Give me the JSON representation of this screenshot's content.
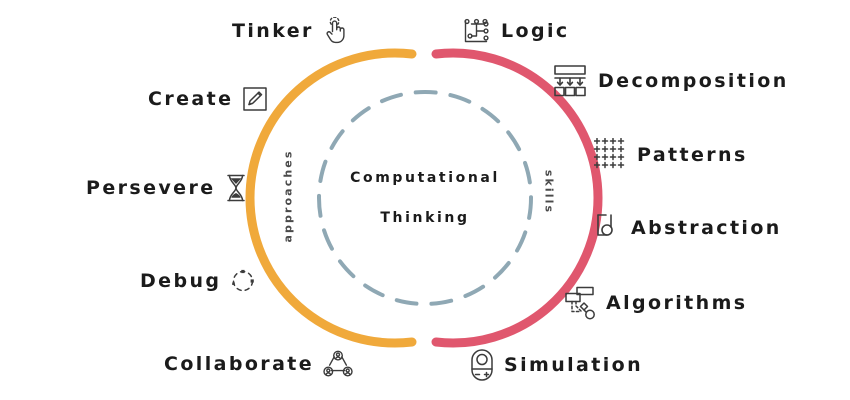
{
  "center": {
    "line1": "Computational",
    "line2": "Thinking"
  },
  "arc_labels": {
    "left": "approaches",
    "right": "skills"
  },
  "colors": {
    "approaches_arc": "#F0A93B",
    "skills_arc": "#E0576E",
    "inner_dashed_circle": "#8FA8B4",
    "icon_stroke": "#3c3c3c",
    "text": "#1b1b1b",
    "background": "#ffffff"
  },
  "approaches": [
    {
      "label": "Tinker",
      "icon": "hand-tap-icon"
    },
    {
      "label": "Create",
      "icon": "pencil-edit-icon"
    },
    {
      "label": "Persevere",
      "icon": "hourglass-icon"
    },
    {
      "label": "Debug",
      "icon": "dashed-circle-icon"
    },
    {
      "label": "Collaborate",
      "icon": "people-network-icon"
    }
  ],
  "skills": [
    {
      "label": "Logic",
      "icon": "circuit-nodes-icon"
    },
    {
      "label": "Decomposition",
      "icon": "split-boxes-icon"
    },
    {
      "label": "Patterns",
      "icon": "dot-grid-icon"
    },
    {
      "label": "Abstraction",
      "icon": "abstraction-shape-icon"
    },
    {
      "label": "Algorithms",
      "icon": "flowchart-icon"
    },
    {
      "label": "Simulation",
      "icon": "capsule-toggle-icon"
    }
  ]
}
